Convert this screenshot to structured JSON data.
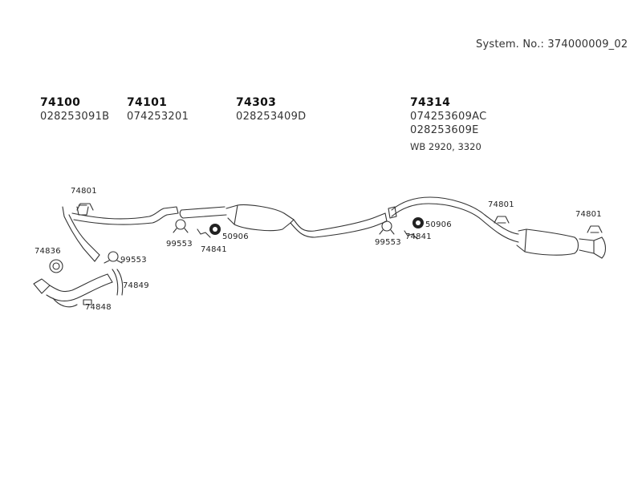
{
  "header": {
    "system_number": "System. No.: 374000009_02"
  },
  "parts": [
    {
      "part_no": "74100",
      "oem_numbers": [
        "028253091B"
      ]
    },
    {
      "part_no": "74101",
      "oem_numbers": [
        "074253201"
      ]
    },
    {
      "part_no": "74303",
      "oem_numbers": [
        "028253409D"
      ]
    },
    {
      "part_no": "74314",
      "oem_numbers": [
        "074253609AC",
        "028253609E"
      ],
      "note": "WB 2920, 3320"
    }
  ],
  "callouts": {
    "c74801_left": "74801",
    "c74836": "74836",
    "c99553_left": "99553",
    "c74849": "74849",
    "c74848": "74848",
    "c99553_mid": "99553",
    "c50906_mid": "50906",
    "c74841_mid": "74841",
    "c99553_right": "99553",
    "c74841_right": "74841",
    "c50906_right": "50906",
    "c74801_mid": "74801",
    "c74801_right": "74801"
  }
}
